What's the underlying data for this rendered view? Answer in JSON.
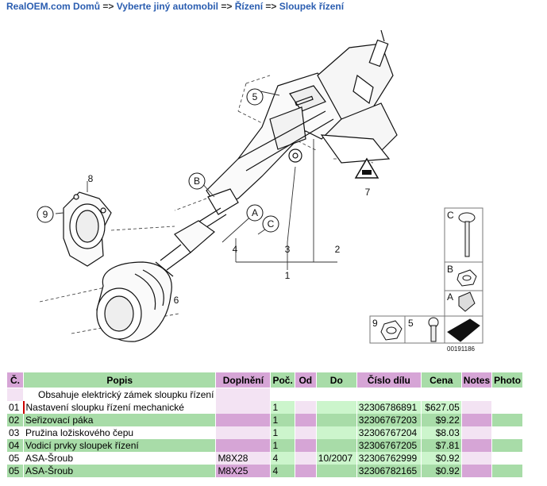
{
  "breadcrumb": {
    "home": "RealOEM.com Domů",
    "sep": "=>",
    "choose_car": "Vyberte jiný automobil",
    "section": "Řízení",
    "current": "Sloupek řízení"
  },
  "diagram": {
    "labels": {
      "n1": "1",
      "n2": "2",
      "n3": "3",
      "n4": "4",
      "n5": "5",
      "n6": "6",
      "n7": "7",
      "n8": "8",
      "n9": "9",
      "nA": "A",
      "nB": "B",
      "nC": "C",
      "side_c": "C",
      "side_b": "B",
      "side_a": "A",
      "side_9": "9",
      "side_5": "5"
    },
    "code": "00191186"
  },
  "table": {
    "headers": {
      "c": "Č.",
      "popis": "Popis",
      "doplneni": "Doplnění",
      "poc": "Poč.",
      "od": "Od",
      "do": "Do",
      "cislo": "Číslo dílu",
      "cena": "Cena",
      "notes": "Notes",
      "photo": "Photo"
    },
    "note": "Obsahuje elektrický zámek sloupku řízení",
    "rows": [
      {
        "c": "01",
        "popis": "Nastavení sloupku řízení mechanické",
        "doplneni": "",
        "poc": "1",
        "od": "",
        "do": "",
        "cislo": "32306786891",
        "cena": "$627.05"
      },
      {
        "c": "02",
        "popis": "Seřizovací páka",
        "doplneni": "",
        "poc": "1",
        "od": "",
        "do": "",
        "cislo": "32306767203",
        "cena": "$9.22"
      },
      {
        "c": "03",
        "popis": "Pružina ložiskového čepu",
        "doplneni": "",
        "poc": "1",
        "od": "",
        "do": "",
        "cislo": "32306767204",
        "cena": "$8.03"
      },
      {
        "c": "04",
        "popis": "Vodicí prvky sloupek řízení",
        "doplneni": "",
        "poc": "1",
        "od": "",
        "do": "",
        "cislo": "32306767205",
        "cena": "$7.81"
      },
      {
        "c": "05",
        "popis": "ASA-Šroub",
        "doplneni": "M8X28",
        "poc": "4",
        "od": "",
        "do": "10/2007",
        "cislo": "32306762999",
        "cena": "$0.92"
      },
      {
        "c": "05",
        "popis": "ASA-Šroub",
        "doplneni": "M8X25",
        "poc": "4",
        "od": "",
        "do": "",
        "cislo": "32306782165",
        "cena": "$0.92"
      }
    ]
  }
}
